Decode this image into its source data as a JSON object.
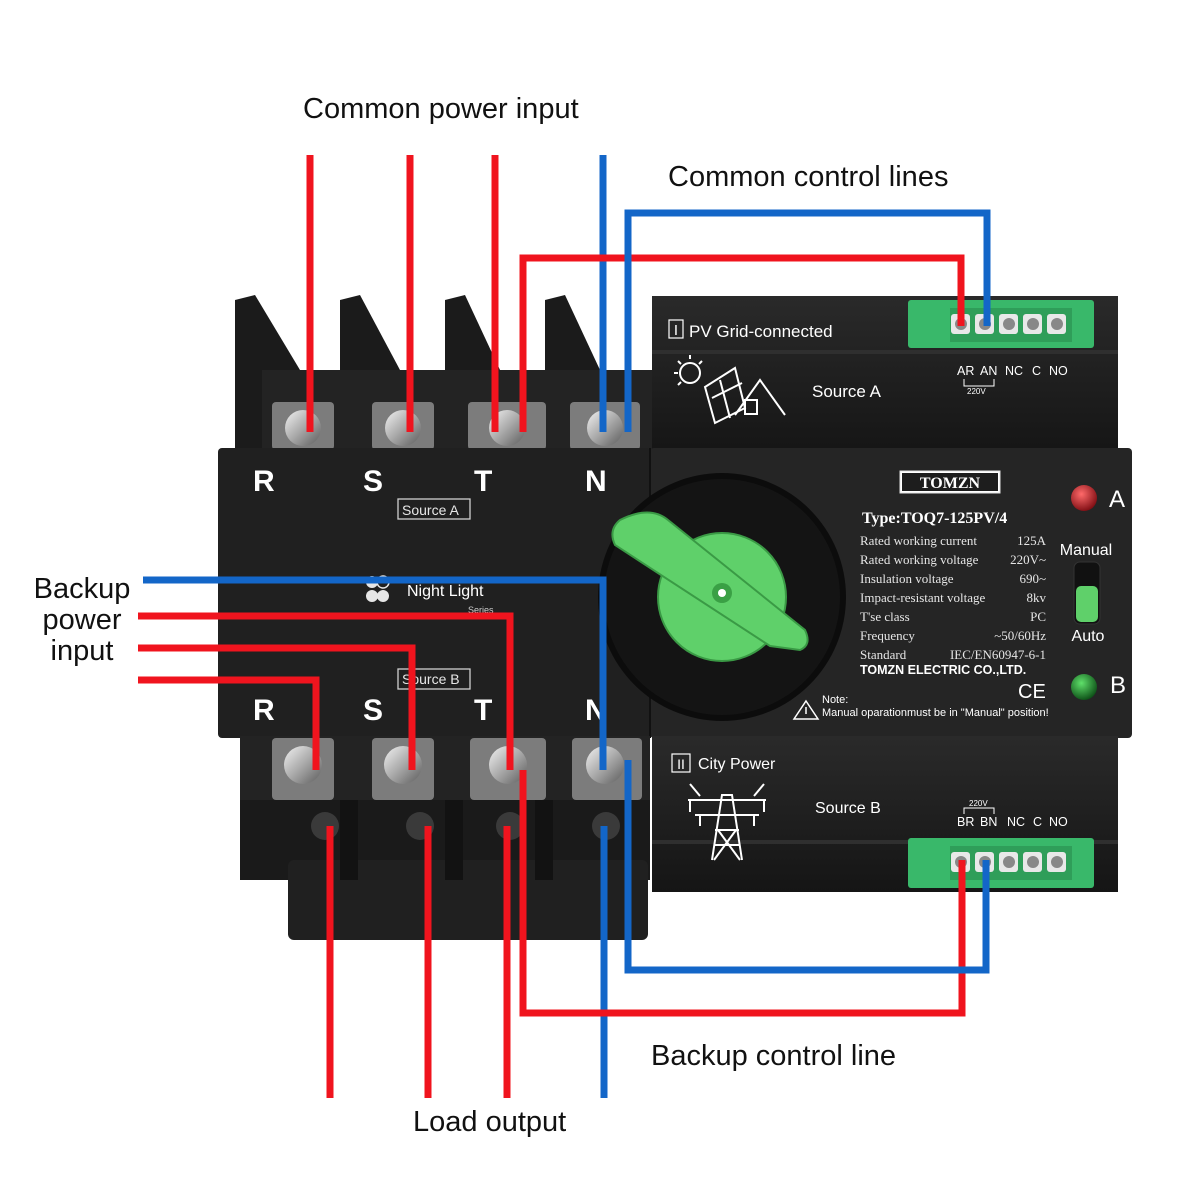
{
  "labels": {
    "common_power_input": "Common power input",
    "common_control_lines": "Common control lines",
    "backup_power_input": [
      "Backup",
      "power",
      "input"
    ],
    "backup_control_line": "Backup control line",
    "load_output": "Load output"
  },
  "device": {
    "brand": "TOMZN",
    "type": "Type:TOQ7-125PV/4",
    "specs": [
      {
        "name": "Rated working current",
        "value": "125A"
      },
      {
        "name": "Rated working voltage",
        "value": "220V~"
      },
      {
        "name": "Insulation voltage",
        "value": "690~"
      },
      {
        "name": "Impact-resistant voltage",
        "value": "8kv"
      },
      {
        "name": "T'se class",
        "value": "PC"
      },
      {
        "name": "Frequency",
        "value": "~50/60Hz"
      },
      {
        "name": "Standard",
        "value": "IEC/EN60947-6-1"
      }
    ],
    "company": "TOMZN ELECTRIC CO.,LTD.",
    "ce_mark": "CE",
    "note_title": "Note:",
    "note_text": "Manual oparationmust be in \"Manual\" position!",
    "indicator_a": "A",
    "indicator_b": "B",
    "indicator_a_color": "#c8141c",
    "indicator_b_color": "#1f8a2a",
    "mode_manual": "Manual",
    "mode_auto": "Auto",
    "handle_color": "#5fd06a",
    "series_name": "Night Light",
    "series_sub": "Series",
    "phases_top": [
      "R",
      "S",
      "T",
      "N"
    ],
    "phases_bottom": [
      "R",
      "S",
      "T",
      "N"
    ],
    "source_a_tag": "Source A",
    "source_b_tag": "Source B",
    "module_a": {
      "roman": "I",
      "title": "PV Grid-connected",
      "source": "Source A",
      "terminals": [
        "AR",
        "AN",
        "NC",
        "C",
        "NO"
      ],
      "voltage": "220V",
      "icon": "solar-house-icon"
    },
    "module_b": {
      "roman": "II",
      "title": "City Power",
      "source": "Source B",
      "terminals": [
        "BR",
        "BN",
        "NC",
        "C",
        "NO"
      ],
      "voltage": "220V",
      "icon": "power-tower-icon"
    }
  },
  "colors": {
    "live_wire": "#f0141e",
    "neutral_wire": "#1366c8",
    "terminal_block": "#39b86a",
    "body": "#1d1d1d"
  }
}
